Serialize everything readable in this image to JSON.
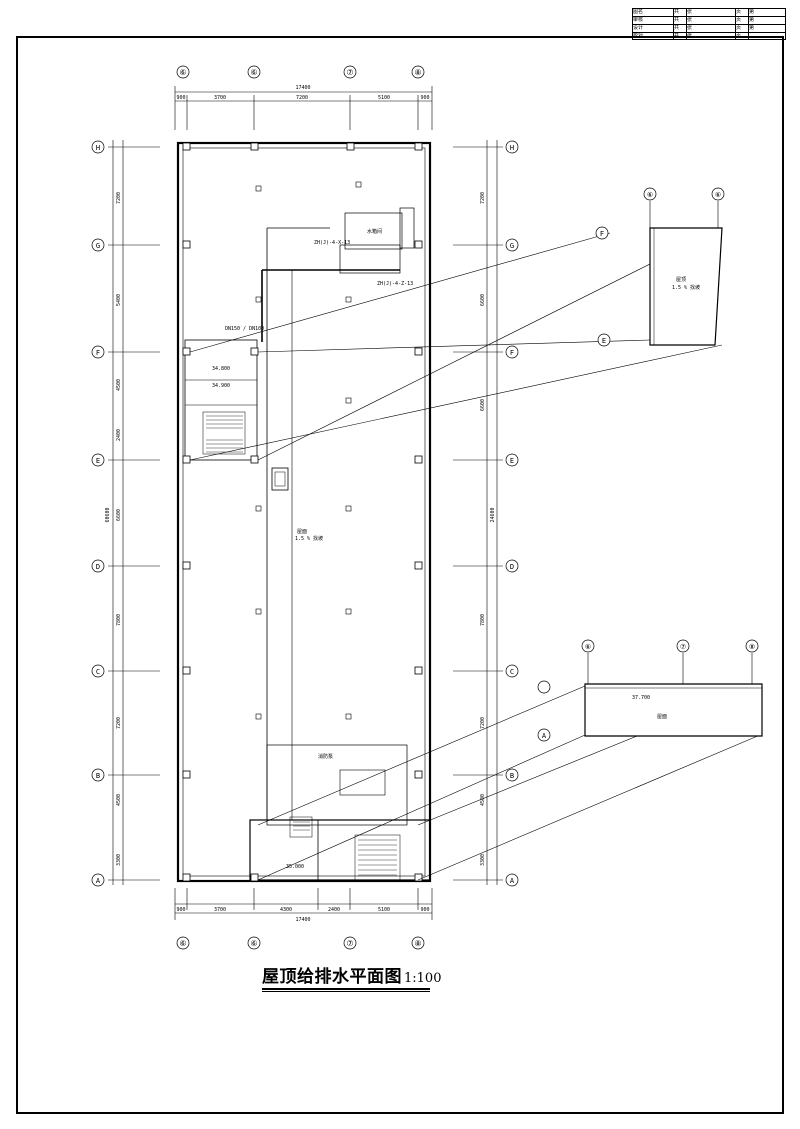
{
  "drawing": {
    "title": "屋顶给排水平面图",
    "scale": "1:100"
  },
  "title_block": {
    "rows": [
      {
        "a": "图名",
        "b": "共",
        "c": "张",
        "d": "页",
        "e": "第"
      },
      {
        "a": "审核",
        "b": "共",
        "c": "张",
        "d": "页",
        "e": "第"
      },
      {
        "a": "设计",
        "b": "共",
        "c": "张",
        "d": "页",
        "e": "第"
      },
      {
        "a": "校对",
        "b": "共",
        "c": "张",
        "d": "页",
        "e": ""
      }
    ]
  },
  "axes": {
    "top_columns": [
      "⑥",
      "⑥",
      "⑦",
      "⑧"
    ],
    "bottom_columns": [
      "⑥",
      "⑥",
      "⑦",
      "⑧"
    ],
    "rows_left": [
      "H",
      "G",
      "F",
      "E",
      "D",
      "C",
      "B",
      "A"
    ],
    "rows_right": [
      "H",
      "G",
      "F",
      "E",
      "D",
      "C",
      "B",
      "A"
    ]
  },
  "dimensions": {
    "top_total": "17400",
    "top_segments": [
      "900",
      "3700",
      "7200",
      "5100",
      "900"
    ],
    "bottom_total": "17400",
    "bottom_segments": [
      "900",
      "3700",
      "4300",
      "2400",
      "5100",
      "900"
    ],
    "left_total": "60600",
    "left_segments": [
      "7200",
      "5400",
      "4500",
      "2400",
      "6600",
      "7800",
      "7200",
      "4500",
      "3300"
    ],
    "right_total": "24600",
    "right_segments": [
      "7200",
      "6600",
      "6600",
      "7800",
      "7200",
      "4500",
      "3300"
    ]
  },
  "labels": {
    "roof": "屋面",
    "roof_note": "1.5 % 找坡",
    "tank": "水箱间",
    "pump": "消防泵",
    "elev1": "34.800",
    "elev2": "34.900",
    "elev3": "35.000",
    "pipe1": "ZH(J)-4-X-13",
    "pipe2": "ZH(J)-4-Z-13",
    "pipe_note": "DN150 / DN100",
    "detail_roof": "屋顶",
    "detail_roof_note": "1.5 % 找坡",
    "detail_roof2": "屋面",
    "detail_elev": "37.700"
  },
  "detail1": {
    "cols": [
      "⑥",
      "⑥"
    ],
    "rows": [
      "F",
      "E"
    ]
  },
  "detail2": {
    "cols": [
      "⑥",
      "⑦",
      "⑧"
    ],
    "rows": [
      "A"
    ]
  }
}
